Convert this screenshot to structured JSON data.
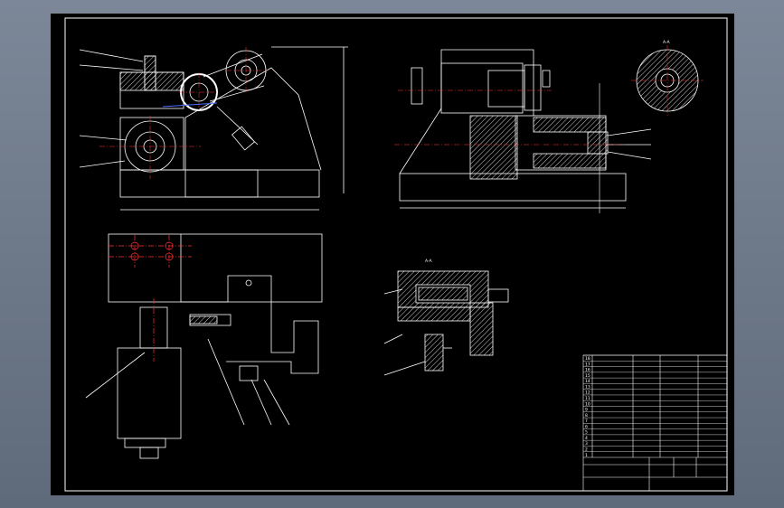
{
  "drawing": {
    "section_label_top": "A-A",
    "section_label_mid": "A-A"
  },
  "title_block": {
    "rows": [
      {
        "no": "18",
        "name": "",
        "std": "",
        "qty": ""
      },
      {
        "no": "17",
        "name": "",
        "std": "",
        "qty": ""
      },
      {
        "no": "16",
        "name": "",
        "std": "",
        "qty": ""
      },
      {
        "no": "15",
        "name": "",
        "std": "",
        "qty": ""
      },
      {
        "no": "14",
        "name": "",
        "std": "",
        "qty": ""
      },
      {
        "no": "13",
        "name": "",
        "std": "",
        "qty": ""
      },
      {
        "no": "12",
        "name": "",
        "std": "",
        "qty": ""
      },
      {
        "no": "11",
        "name": "",
        "std": "",
        "qty": ""
      },
      {
        "no": "10",
        "name": "",
        "std": "",
        "qty": ""
      },
      {
        "no": "9",
        "name": "",
        "std": "",
        "qty": ""
      },
      {
        "no": "8",
        "name": "",
        "std": "",
        "qty": ""
      },
      {
        "no": "7",
        "name": "",
        "std": "",
        "qty": ""
      },
      {
        "no": "6",
        "name": "",
        "std": "",
        "qty": ""
      },
      {
        "no": "5",
        "name": "",
        "std": "",
        "qty": ""
      },
      {
        "no": "4",
        "name": "",
        "std": "",
        "qty": ""
      },
      {
        "no": "3",
        "name": "",
        "std": "",
        "qty": ""
      },
      {
        "no": "2",
        "name": "",
        "std": "",
        "qty": ""
      },
      {
        "no": "1",
        "name": "",
        "std": "",
        "qty": ""
      }
    ],
    "footer_left": "",
    "footer_right": ""
  },
  "colors": {
    "line": "#ffffff",
    "center": "#ff3030",
    "hatch": "#ffffff",
    "dim": "#ffffff",
    "blue": "#4a6cff"
  }
}
